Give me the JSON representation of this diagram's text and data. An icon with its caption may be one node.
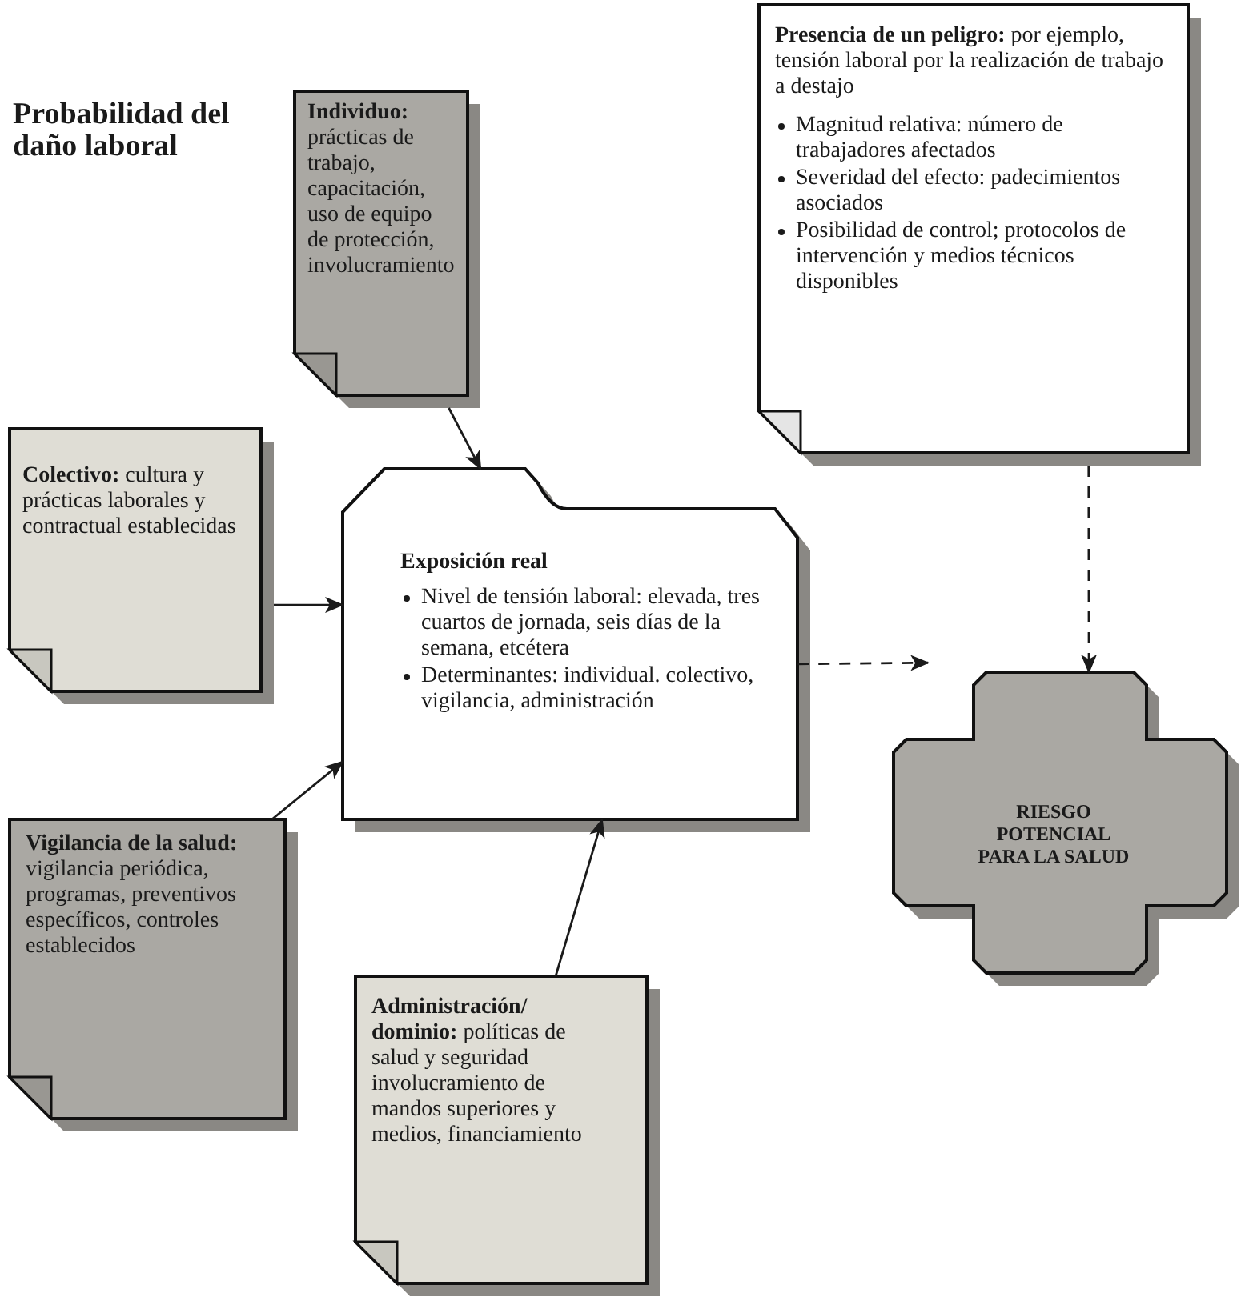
{
  "diagram": {
    "nodes": [
      {
        "text": [
          "**Individuo:** prácticas de trabajo, capacitación, uso de equipo de protección, involucramiento"
        ]
      },
      {
        "text": [
          "**Presencia de un peligro:** por ejemplo, tensión laboral por la realización de trabajo a destajo",
          "Magnitud relativa: número de trabajadores afectados",
          "Severidad del efecto: padecimientos asociados",
          "Posibilidad de control; protocolos de intervención y medios técnicos disponibles"
        ]
      },
      {
        "text": [
          "**Colectivo:** cultura y prácticas laborales y contractual establecidas"
        ]
      },
      {
        "text": [
          "Exposición real",
          "Nivel de tensión laboral: elevada, tres cuartos de jornada, seis días de la semana, etcétera",
          "Determinantes: individual. colectivo, vigilancia, administración"
        ]
      },
      {
        "text": [
          "RIESGO POTENCIAL PARA LA SALUD"
        ]
      },
      {
        "text": [
          "**Vigilancia de la salud:** vigilancia periódica, programas, preventivos específicos, controles establecidos"
        ]
      },
      {
        "text": [
          "**Administración/ dominio:** políticas de salud y seguridad involucramiento de mandos superiores y medios, financiamiento"
        ]
      }
    ],
    "edges": [
      {
        "from": 0,
        "to": 3,
        "arrow": "to"
      },
      {
        "from": 2,
        "to": 3,
        "arrow": "to"
      },
      {
        "from": 5,
        "to": 3,
        "arrow": "to"
      },
      {
        "from": 6,
        "to": 3,
        "arrow": "to"
      },
      {
        "from": 3,
        "to": 4,
        "arrow": "to",
        "style": "dashed"
      },
      {
        "from": 1,
        "to": 4,
        "arrow": "to",
        "style": "dashed"
      }
    ],
    "labels": [
      "Probabilidad del daño laboral"
    ]
  }
}
